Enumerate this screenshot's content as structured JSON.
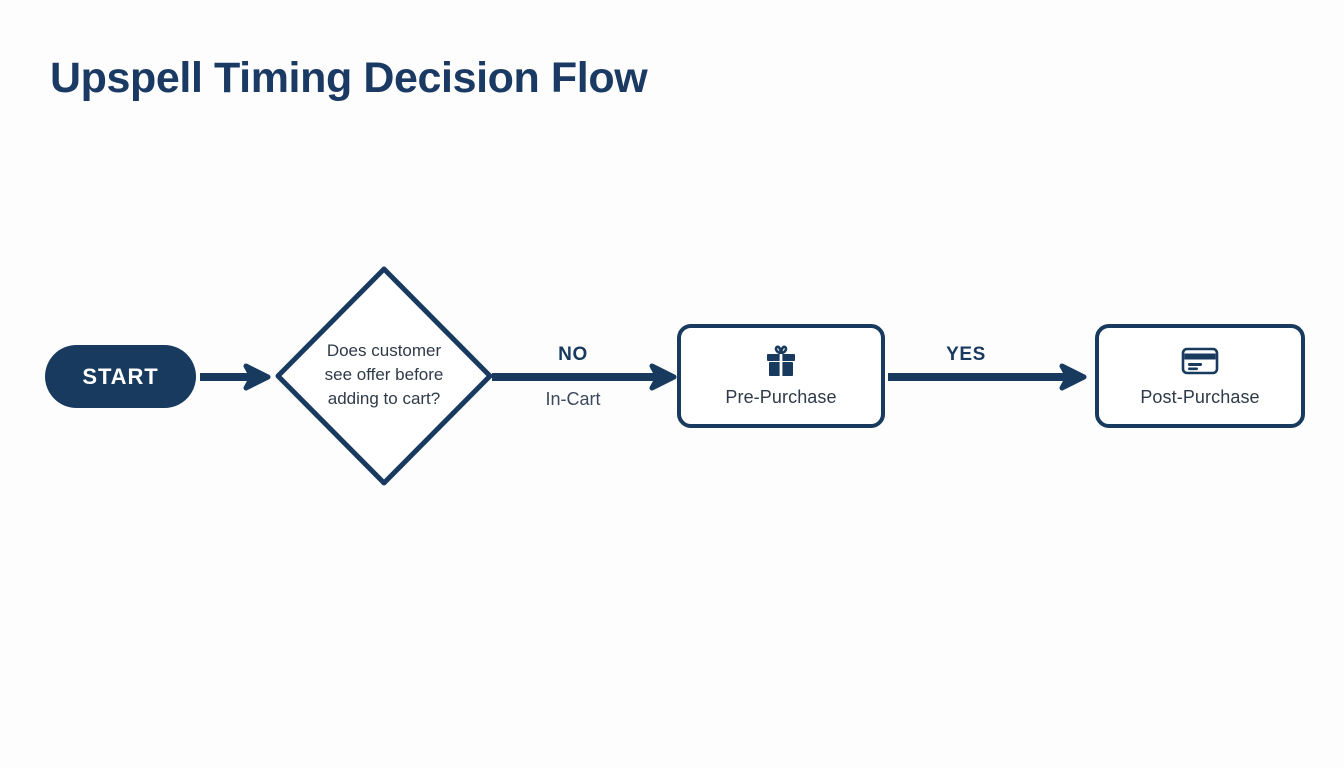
{
  "page": {
    "title": "Upspell Timing Decision Flow",
    "background_color": "#fdfdfe",
    "accent_color": "#173a5e",
    "text_color": "#2e3a47"
  },
  "nodes": {
    "start": {
      "label": "START",
      "shape": "pill",
      "fill": "#173a5e",
      "text_color": "#ffffff"
    },
    "decision": {
      "label": "Does customer see offer before adding to cart?",
      "line1": "Does customer",
      "line2": "see offer before",
      "line3": "adding to cart?",
      "shape": "diamond",
      "fill": "#ffffff",
      "stroke": "#173a5e"
    },
    "pre_purchase": {
      "label": "Pre-Purchase",
      "icon": "gift-icon",
      "shape": "rounded-rect",
      "fill": "#ffffff",
      "stroke": "#173a5e"
    },
    "post_purchase": {
      "label": "Post-Purchase",
      "icon": "credit-card-icon",
      "shape": "rounded-rect",
      "fill": "#ffffff",
      "stroke": "#173a5e"
    }
  },
  "edges": {
    "start_to_decision": {
      "label": "",
      "sublabel": ""
    },
    "decision_to_pre": {
      "label": "NO",
      "sublabel": "In-Cart"
    },
    "pre_to_post": {
      "label": "YES",
      "sublabel": ""
    }
  }
}
